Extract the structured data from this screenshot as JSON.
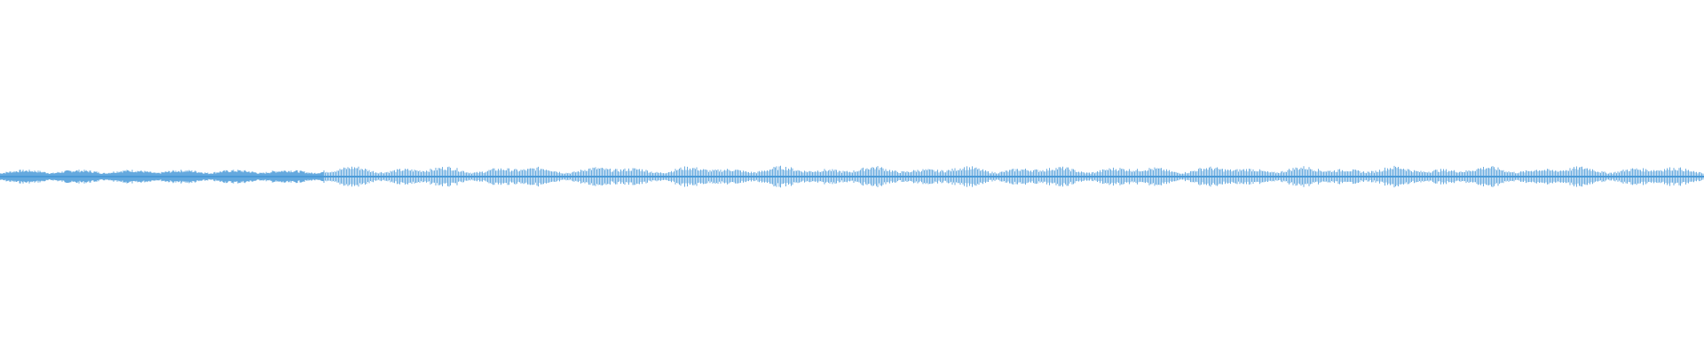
{
  "waveform": {
    "wave_color": "#4a9ad8",
    "background_color": "#ffffff",
    "segments": [
      {
        "from": 0.0,
        "to": 0.19,
        "amplitude": 0.35,
        "style": "dense-envelope"
      },
      {
        "from": 0.19,
        "to": 1.0,
        "amplitude": 0.55,
        "style": "spiky"
      }
    ]
  }
}
